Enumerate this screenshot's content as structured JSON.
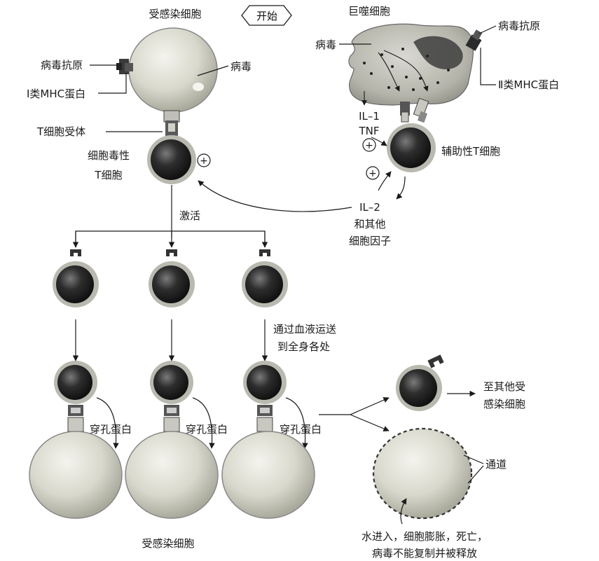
{
  "labels": {
    "start": "开始",
    "infected_cell_top": "受感染细胞",
    "macrophage": "巨噬细胞",
    "viral_antigen_left": "病毒抗原",
    "virus_left": "病毒",
    "mhc1": "Ⅰ类MHC蛋白",
    "tcell_receptor": "T细胞受体",
    "cytotoxic_line1": "细胞毒性",
    "cytotoxic_line2": "T细胞",
    "virus_right": "病毒",
    "viral_antigen_right": "病毒抗原",
    "mhc2": "Ⅱ类MHC蛋白",
    "il1": "IL–1",
    "tnf": "TNF",
    "helper_tcell": "辅助性T细胞",
    "il2": "IL–2",
    "il2_line2": "和其他",
    "il2_line3": "细胞因子",
    "activation": "激活",
    "transport_line1": "通过血液运送",
    "transport_line2": "到全身各处",
    "perforin": "穿孔蛋白",
    "to_other_line1": "至其他受",
    "to_other_line2": "感染细胞",
    "channel": "通道",
    "result_line1": "水进入，细胞膨胀，死亡，",
    "result_line2": "病毒不能复制并被释放",
    "infected_cell_bottom": "受感染细胞",
    "plus": "+"
  },
  "colors": {
    "line": "#1a1a1a",
    "cell_fill": "#dcdcd2",
    "tcell_dark": "#2a2a2a",
    "receptor": "#4a4a4a",
    "macrophage_fill": "#bdbdb5"
  }
}
